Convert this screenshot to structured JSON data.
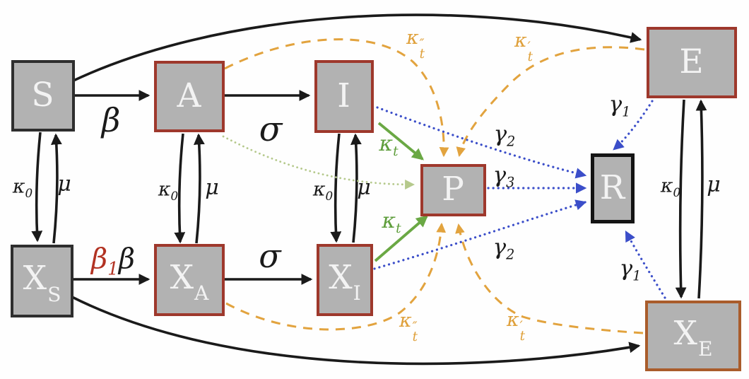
{
  "diagram": {
    "kind": "epidemic-compartmental-model-flow-diagram",
    "compartments": [
      "S",
      "A",
      "I",
      "P",
      "R",
      "E",
      "XS",
      "XA",
      "XI",
      "XE"
    ]
  },
  "colors": {
    "node_fill": "#b2b2b2",
    "node_letter": "#f3f3f3",
    "dark_border": "#2e2e2e",
    "red_border": "#9e382c",
    "black_border": "#141414",
    "brown_border": "#a95c2b",
    "black_arrow": "#1a1a1a",
    "green_arrow": "#6aa844",
    "sage_arrow": "#b5c98c",
    "blue_arrow": "#3b4ec9",
    "orange_arrow": "#e2a33e",
    "red_label": "#b23222"
  },
  "nodes": {
    "S": {
      "main": "S",
      "sub": ""
    },
    "A": {
      "main": "A",
      "sub": ""
    },
    "I": {
      "main": "I",
      "sub": ""
    },
    "E": {
      "main": "E",
      "sub": ""
    },
    "P": {
      "main": "P",
      "sub": ""
    },
    "R": {
      "main": "R",
      "sub": ""
    },
    "XS": {
      "main": "X",
      "sub": "S"
    },
    "XA": {
      "main": "X",
      "sub": "A"
    },
    "XI": {
      "main": "X",
      "sub": "I"
    },
    "XE": {
      "main": "X",
      "sub": "E"
    }
  },
  "labels": {
    "beta_top": {
      "main": "β"
    },
    "sigma_top": {
      "main": "σ"
    },
    "beta1": {
      "main": "β",
      "sub": "1"
    },
    "beta_after": {
      "main": "β"
    },
    "sigma_bottom": {
      "main": "σ"
    },
    "kappa0_s": {
      "main": "κ",
      "sub": "0"
    },
    "mu_s": {
      "main": "μ"
    },
    "kappa0_a": {
      "main": "κ",
      "sub": "0"
    },
    "mu_a": {
      "main": "μ"
    },
    "kappa0_i": {
      "main": "κ",
      "sub": "0"
    },
    "mu_i": {
      "main": "μ"
    },
    "kappa0_e": {
      "main": "κ",
      "sub": "0"
    },
    "mu_e": {
      "main": "μ"
    },
    "kappat_top": {
      "main": "κ",
      "sub": "t"
    },
    "kappat_bottom": {
      "main": "κ",
      "sub": "t"
    },
    "kappat_pp_top": {
      "main": "κ",
      "sub": "t",
      "sup": "″"
    },
    "kappat_p_top": {
      "main": "κ",
      "sub": "t",
      "sup": "′"
    },
    "kappat_pp_bottom": {
      "main": "κ",
      "sub": "t",
      "sup": "″"
    },
    "kappat_p_bottom": {
      "main": "κ",
      "sub": "t",
      "sup": "′"
    },
    "gamma2_top": {
      "main": "γ",
      "sub": "2"
    },
    "gamma3": {
      "main": "γ",
      "sub": "3"
    },
    "gamma2_bottom": {
      "main": "γ",
      "sub": "2"
    },
    "gamma1_top": {
      "main": "γ",
      "sub": "1"
    },
    "gamma1_bottom": {
      "main": "γ",
      "sub": "1"
    }
  },
  "edges": [
    {
      "from": "S",
      "to": "A",
      "rate": "β",
      "style": "solid",
      "color": "black"
    },
    {
      "from": "A",
      "to": "I",
      "rate": "σ",
      "style": "solid",
      "color": "black"
    },
    {
      "from": "XS",
      "to": "XA",
      "rate": "β1β",
      "style": "solid",
      "color": "black"
    },
    {
      "from": "XA",
      "to": "XI",
      "rate": "σ",
      "style": "solid",
      "color": "black"
    },
    {
      "from": "S",
      "to": "E",
      "rate": "",
      "style": "solid",
      "color": "black"
    },
    {
      "from": "XS",
      "to": "XE",
      "rate": "",
      "style": "solid",
      "color": "black"
    },
    {
      "from": "S",
      "to": "XS",
      "rate": "κ0",
      "style": "solid",
      "color": "black"
    },
    {
      "from": "XS",
      "to": "S",
      "rate": "μ",
      "style": "solid",
      "color": "black"
    },
    {
      "from": "A",
      "to": "XA",
      "rate": "κ0",
      "style": "solid",
      "color": "black"
    },
    {
      "from": "XA",
      "to": "A",
      "rate": "μ",
      "style": "solid",
      "color": "black"
    },
    {
      "from": "I",
      "to": "XI",
      "rate": "κ0",
      "style": "solid",
      "color": "black"
    },
    {
      "from": "XI",
      "to": "I",
      "rate": "μ",
      "style": "solid",
      "color": "black"
    },
    {
      "from": "E",
      "to": "XE",
      "rate": "κ0",
      "style": "solid",
      "color": "black"
    },
    {
      "from": "XE",
      "to": "E",
      "rate": "μ",
      "style": "solid",
      "color": "black"
    },
    {
      "from": "I",
      "to": "P",
      "rate": "κt",
      "style": "solid",
      "color": "green"
    },
    {
      "from": "XI",
      "to": "P",
      "rate": "κt",
      "style": "solid",
      "color": "green"
    },
    {
      "from": "A",
      "to": "P",
      "rate": "",
      "style": "dotted",
      "color": "sage"
    },
    {
      "from": "A",
      "to": "P",
      "rate": "κt″",
      "style": "dashed",
      "color": "orange"
    },
    {
      "from": "E",
      "to": "P",
      "rate": "κt′",
      "style": "dashed",
      "color": "orange"
    },
    {
      "from": "XA",
      "to": "P",
      "rate": "κt″",
      "style": "dashed",
      "color": "orange"
    },
    {
      "from": "XE",
      "to": "P",
      "rate": "κt′",
      "style": "dashed",
      "color": "orange"
    },
    {
      "from": "I",
      "to": "R",
      "rate": "γ2",
      "style": "dotted",
      "color": "blue"
    },
    {
      "from": "P",
      "to": "R",
      "rate": "γ3",
      "style": "dotted",
      "color": "blue"
    },
    {
      "from": "XI",
      "to": "R",
      "rate": "γ2",
      "style": "dotted",
      "color": "blue"
    },
    {
      "from": "E",
      "to": "R",
      "rate": "γ1",
      "style": "dotted",
      "color": "blue"
    },
    {
      "from": "XE",
      "to": "R",
      "rate": "γ1",
      "style": "dotted",
      "color": "blue"
    }
  ]
}
